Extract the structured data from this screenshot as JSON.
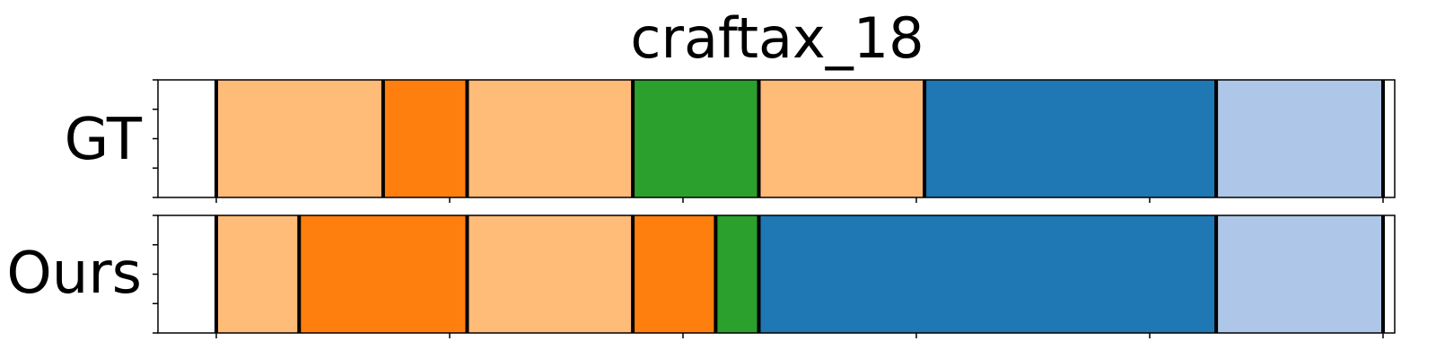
{
  "chart_data": {
    "type": "segmentation-timeline",
    "title": "craftax_18",
    "x_unit": "frame",
    "xlim": [
      0,
      1060
    ],
    "x_ticks": [
      50,
      250,
      450,
      650,
      850,
      1050
    ],
    "grid": false,
    "legend": "none",
    "rows": [
      {
        "label": "GT",
        "segments": [
          {
            "start": 50,
            "end": 193,
            "color": "#ffbb78"
          },
          {
            "start": 193,
            "end": 265,
            "color": "#ff7f0e"
          },
          {
            "start": 265,
            "end": 407,
            "color": "#ffbb78"
          },
          {
            "start": 407,
            "end": 515,
            "color": "#2ca02c"
          },
          {
            "start": 515,
            "end": 657,
            "color": "#ffbb78"
          },
          {
            "start": 657,
            "end": 907,
            "color": "#1f77b4"
          },
          {
            "start": 907,
            "end": 1050,
            "color": "#aec7e8"
          }
        ]
      },
      {
        "label": "Ours",
        "segments": [
          {
            "start": 50,
            "end": 121,
            "color": "#ffbb78"
          },
          {
            "start": 121,
            "end": 265,
            "color": "#ff7f0e"
          },
          {
            "start": 265,
            "end": 407,
            "color": "#ffbb78"
          },
          {
            "start": 407,
            "end": 478,
            "color": "#ff7f0e"
          },
          {
            "start": 478,
            "end": 515,
            "color": "#2ca02c"
          },
          {
            "start": 515,
            "end": 907,
            "color": "#1f77b4"
          },
          {
            "start": 907,
            "end": 1050,
            "color": "#aec7e8"
          }
        ]
      }
    ]
  }
}
